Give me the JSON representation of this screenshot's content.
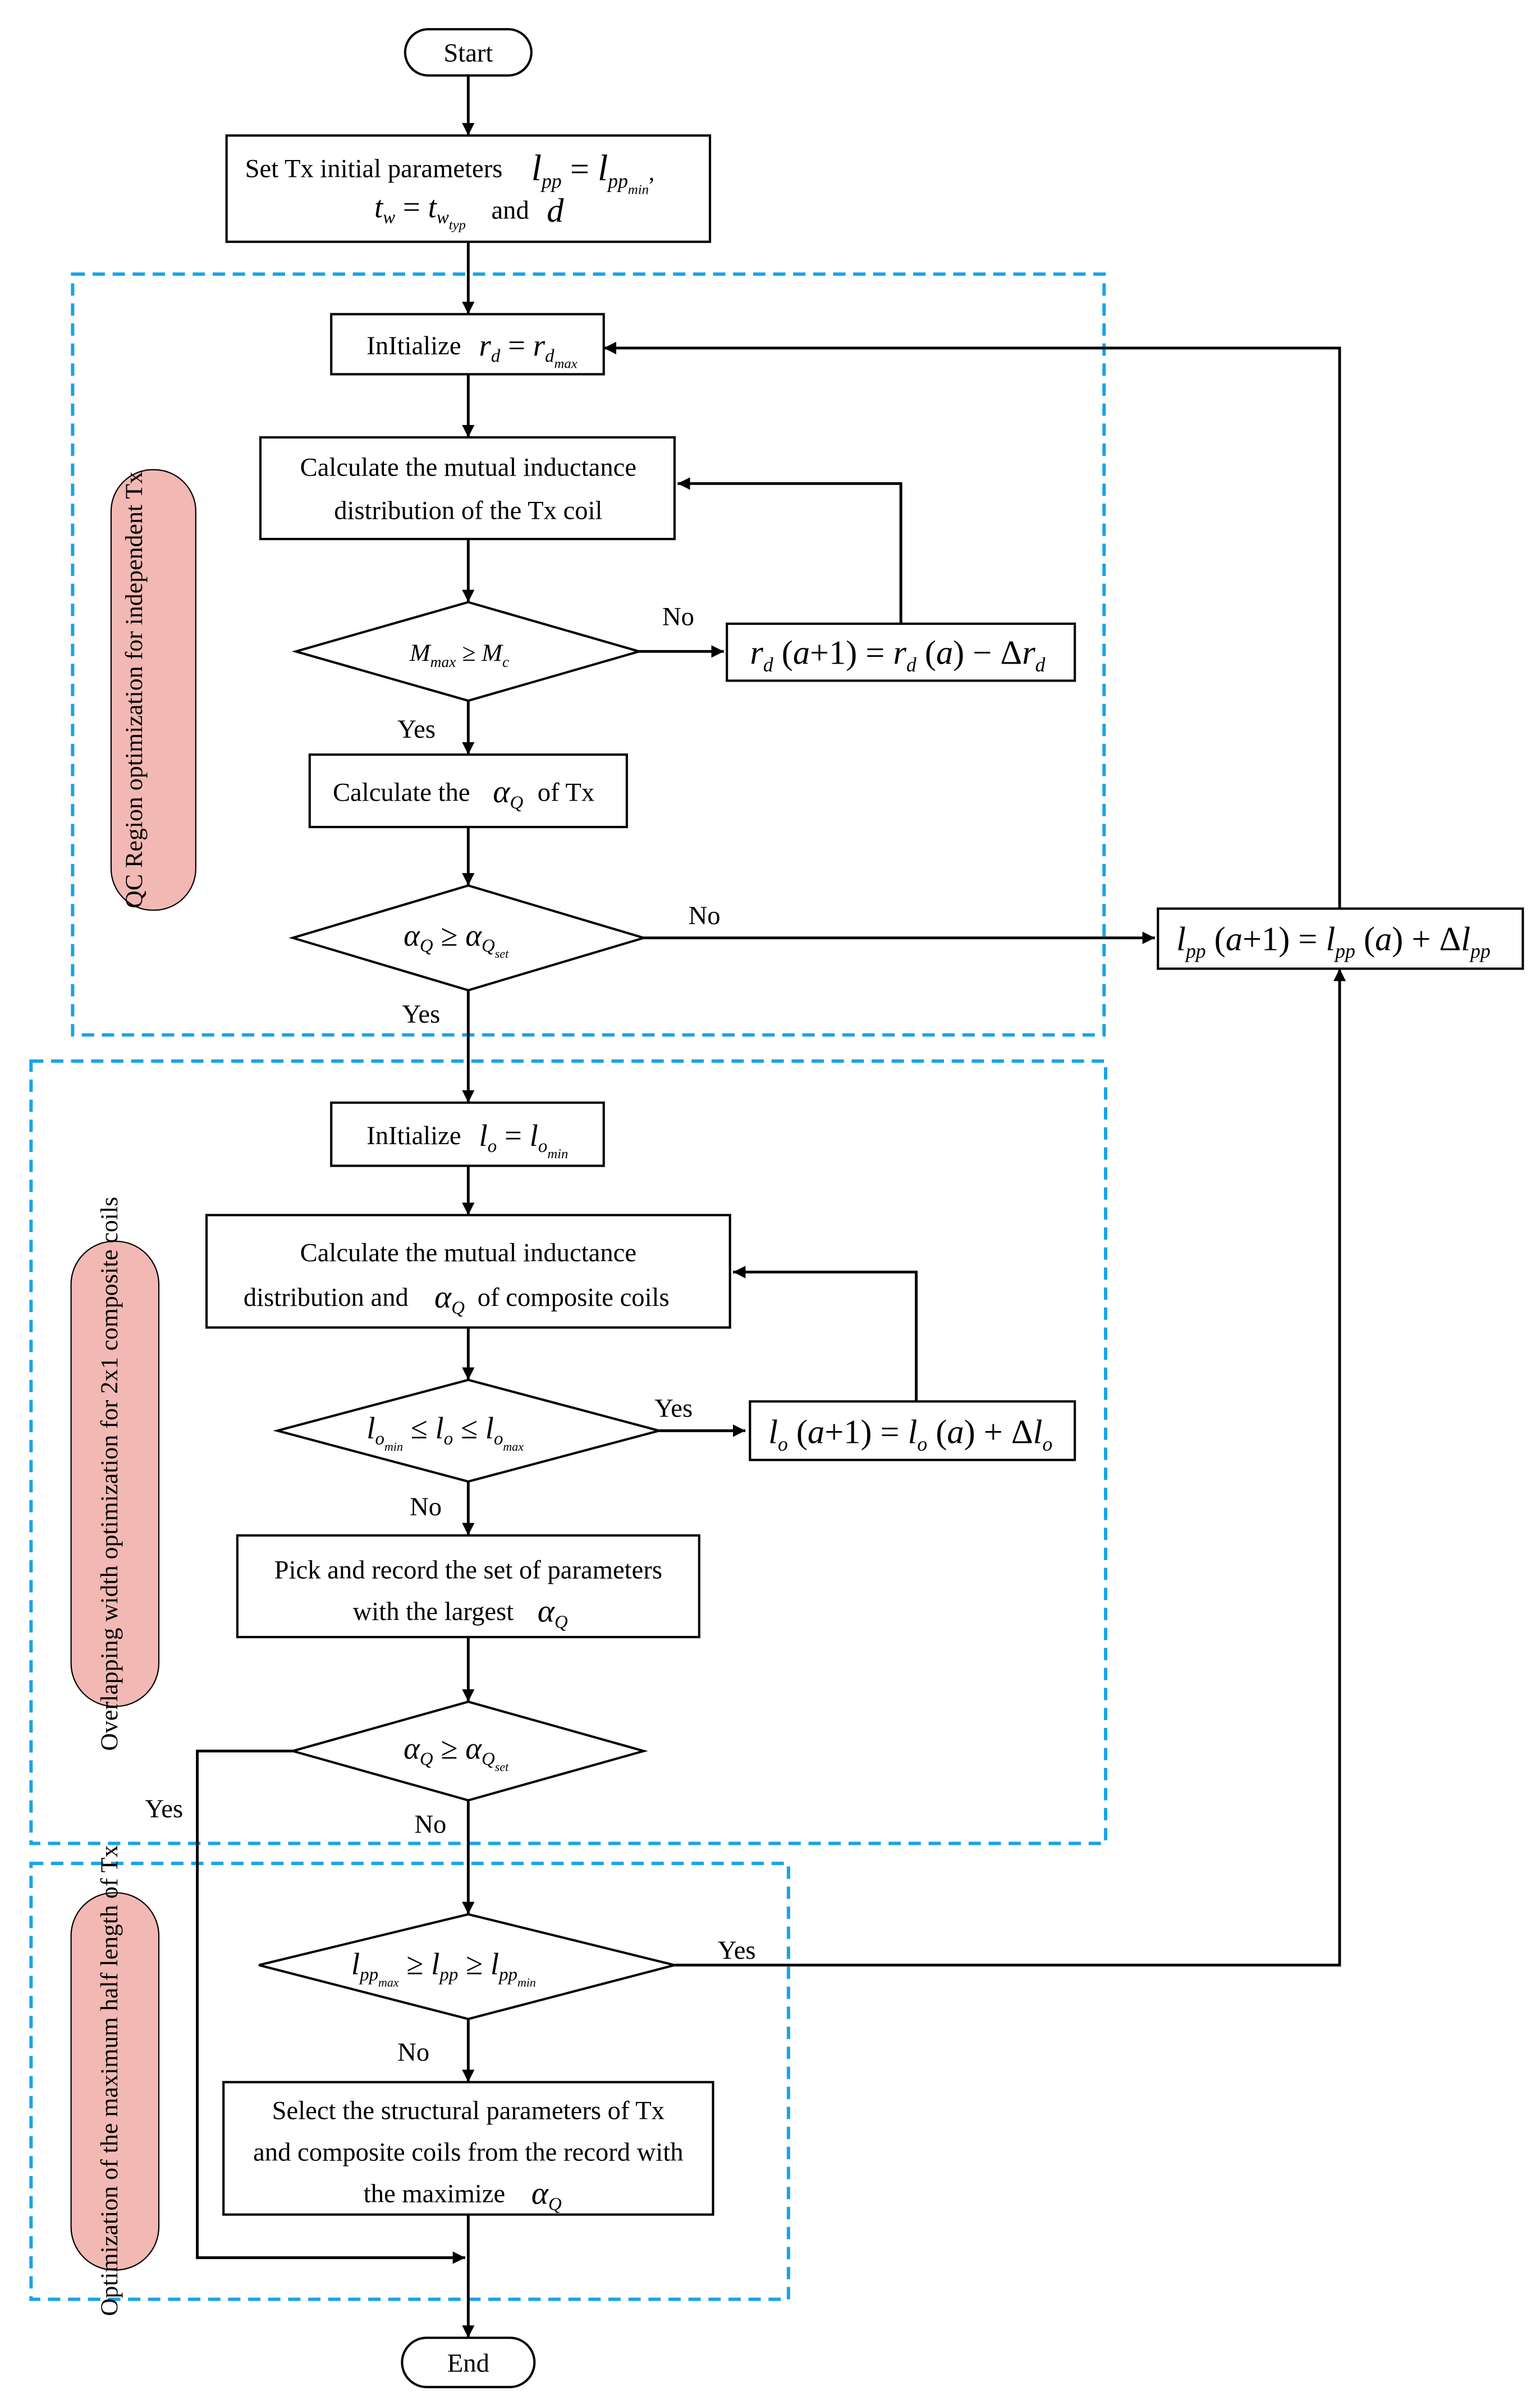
{
  "groups": {
    "qc": "QC Region optimization for independent Tx",
    "overlap": "Overlapping width optimization for 2x1 composite coils",
    "halflen": "Optimization of the maximum half length of Tx"
  },
  "labels": {
    "no": "No",
    "yes": "Yes",
    "start": "Start",
    "end": "End"
  },
  "nodes": {
    "set_tx_prefix": "Set Tx initial parameters",
    "set_tx_and": "and",
    "init_rd": "InItialize",
    "calc_mutual_1a": "Calculate the mutual inductance",
    "calc_mutual_1b": "distribution of the Tx coil",
    "calc_alpha_a": "Calculate the",
    "calc_alpha_b": "of Tx",
    "init_lo": "InItialize",
    "calc_mutual_2a": "Calculate the mutual inductance",
    "calc_mutual_2b": "distribution and",
    "calc_mutual_2c": "of composite coils",
    "pick_a": "Pick and record the set of parameters",
    "pick_b": "with the largest",
    "select_a": "Select the structural parameters of Tx",
    "select_b": "and composite coils from the record with",
    "select_c": "the maximize"
  },
  "colors": {
    "group_border": "#1aa3e8",
    "group_label_fill": "#f2b8b4",
    "line": "#000000"
  }
}
